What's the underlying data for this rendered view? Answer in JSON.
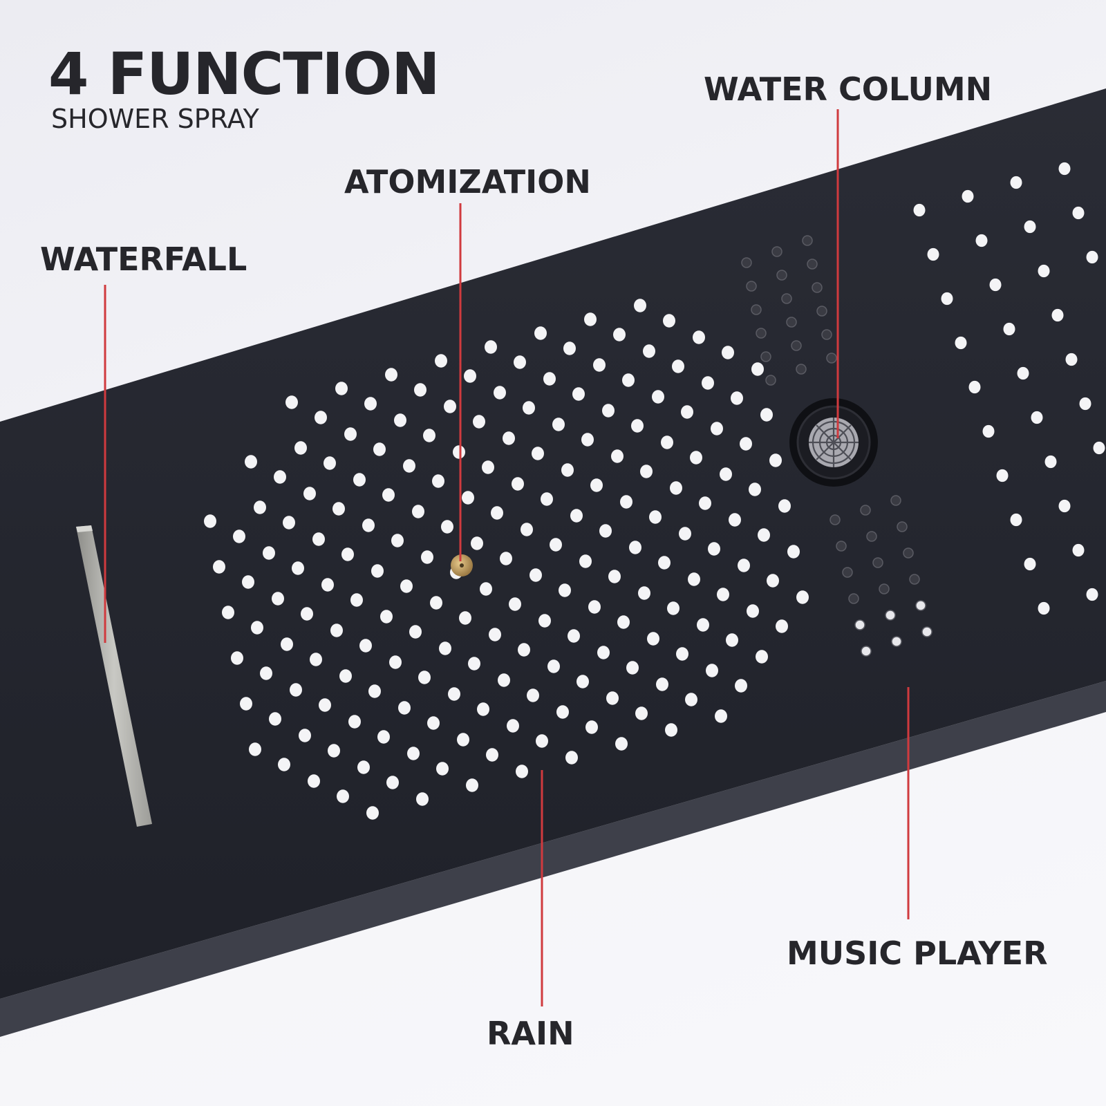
{
  "header": {
    "title": "4 FUNCTION",
    "subtitle": "SHOWER SPRAY"
  },
  "callouts": {
    "waterfall": "WATERFALL",
    "atomization": "ATOMIZATION",
    "water_column": "WATER COLUMN",
    "music_player": "MUSIC PLAYER",
    "rain": "RAIN"
  },
  "colors": {
    "background": "#f2f2f6",
    "panel": "#23252e",
    "panel_edge": "#3e404a",
    "leader_line": "#d03a3e",
    "nozzle": "#f4f4f6",
    "label_text": "#26262b",
    "waterfall_slot": "#a8a8a4",
    "atomizer_nozzle": "#c8a66a",
    "speaker_mesh": "#a9a9b0"
  },
  "icons": {
    "rain_nozzles": "rain-nozzle-icon",
    "waterfall": "waterfall-slot-icon",
    "atomizer": "atomizer-nozzle-icon",
    "water_column": "water-column-nozzle-icon",
    "speaker": "speaker-grille-icon"
  }
}
